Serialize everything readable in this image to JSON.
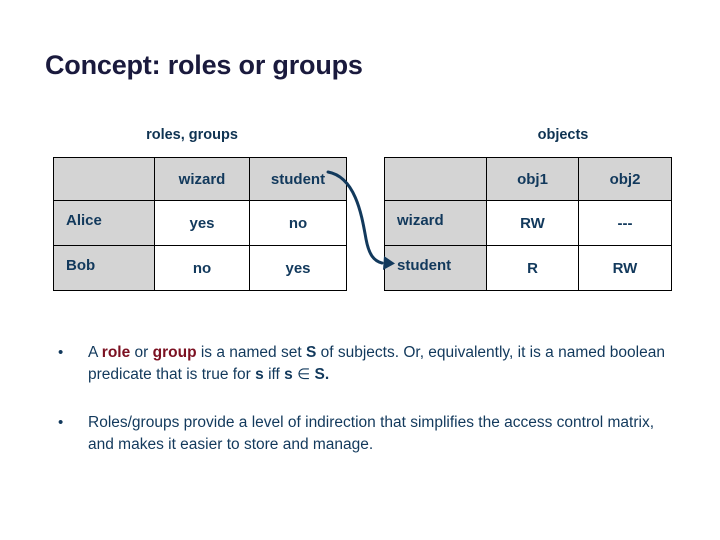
{
  "slide": {
    "title": "Concept: roles or groups"
  },
  "captions": {
    "roles": "roles, groups",
    "objects": "objects"
  },
  "matrix_roles": {
    "name": "roles-groups-matrix",
    "corner": "",
    "columns": [
      "wizard",
      "student"
    ],
    "rows": [
      {
        "label": "Alice",
        "cells": [
          "yes",
          "no"
        ]
      },
      {
        "label": "Bob",
        "cells": [
          "no",
          "yes"
        ]
      }
    ]
  },
  "matrix_objects": {
    "name": "access-control-matrix",
    "corner": "",
    "columns": [
      "obj1",
      "obj2"
    ],
    "rows": [
      {
        "label": "wizard",
        "cells": [
          "RW",
          "---"
        ]
      },
      {
        "label": "student",
        "cells": [
          "R",
          "RW"
        ]
      }
    ]
  },
  "connector": {
    "icon": "curved-arrow-icon",
    "from": "student",
    "to": "student"
  },
  "bullets": [
    {
      "marker": "•",
      "parts": [
        {
          "text": "A ",
          "style": "normal"
        },
        {
          "text": "role",
          "style": "keyword"
        },
        {
          "text": " or ",
          "style": "normal"
        },
        {
          "text": "group",
          "style": "keyword"
        },
        {
          "text": " is a named set ",
          "style": "normal"
        },
        {
          "text": "S",
          "style": "strong"
        },
        {
          "text": " of subjects.  Or, equivalently, it is a named boolean predicate that is true for ",
          "style": "normal"
        },
        {
          "text": "s",
          "style": "strong"
        },
        {
          "text": " iff ",
          "style": "normal"
        },
        {
          "text": "s",
          "style": "strong"
        },
        {
          "text": " ",
          "style": "normal"
        },
        {
          "text": "∈",
          "style": "element-of"
        },
        {
          "text": " ",
          "style": "normal"
        },
        {
          "text": "S.",
          "style": "strong"
        }
      ],
      "plain": "A role or group is a named set S of subjects.  Or, equivalently, it is a named boolean predicate that is true for s iff s ∈ S."
    },
    {
      "marker": "•",
      "parts": [
        {
          "text": "Roles/groups provide a level of indirection that simplifies the access control matrix, and makes it easier to store and manage.",
          "style": "normal"
        }
      ],
      "plain": "Roles/groups provide a level of indirection that simplifies the access control matrix, and makes it easier to store and manage."
    }
  ],
  "colors": {
    "title": "#1a1a3d",
    "text": "#12395c",
    "keyword": "#7b1021",
    "header_fill": "#d4d4d4",
    "border": "#000000",
    "background": "#ffffff"
  }
}
